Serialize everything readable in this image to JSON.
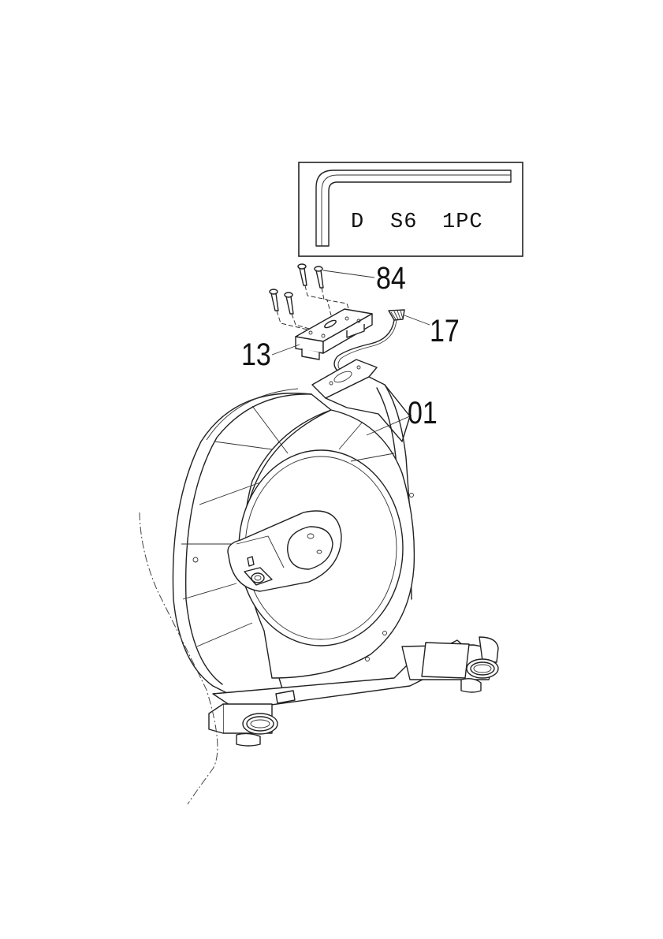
{
  "diagram": {
    "tool_box": {
      "text_d": "D",
      "text_size": "S6",
      "text_qty": "1PC"
    },
    "callouts": {
      "bolts": "84",
      "sensor_cable": "17",
      "bracket": "13",
      "main_frame": "01"
    }
  }
}
